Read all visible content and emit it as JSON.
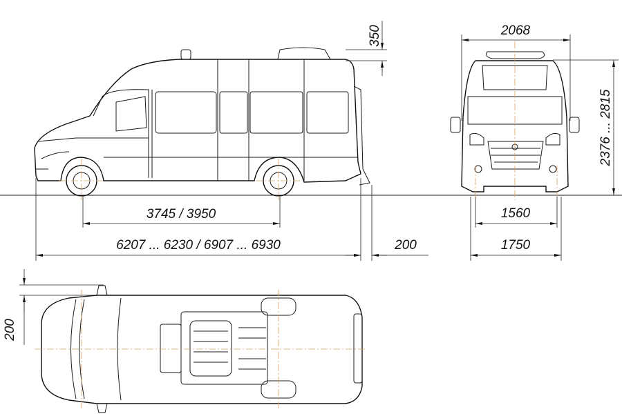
{
  "dimensions": {
    "roof_equipment_height": "350",
    "overall_width": "2068",
    "overall_height": "2376 ... 2815",
    "wheelbase": "3745 / 3950",
    "overall_length": "6207 ... 6230 / 6907 ... 6930",
    "rear_step": "200",
    "rear_track": "1560",
    "front_track": "1750",
    "side_step": "200"
  },
  "colors": {
    "line": "#1a1a1a",
    "axis": "#d8a060"
  }
}
